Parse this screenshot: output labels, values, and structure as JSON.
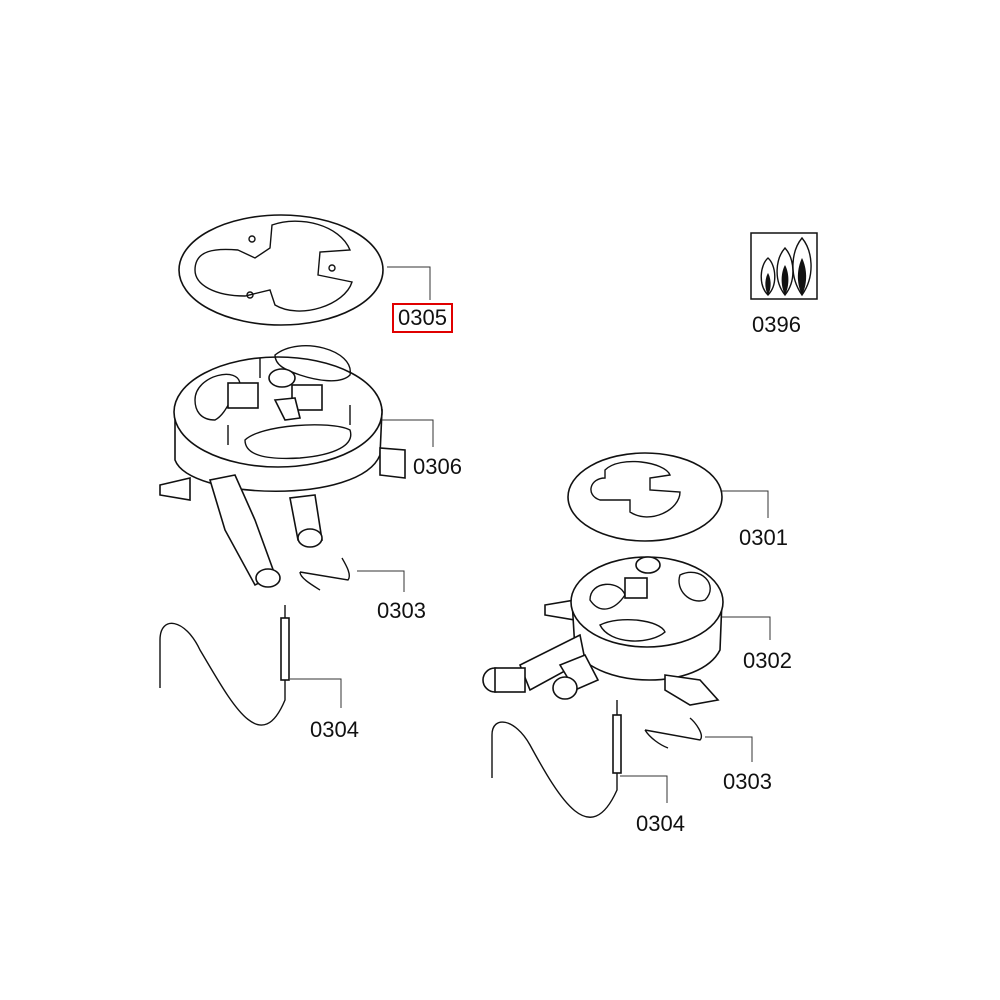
{
  "highlight_color": "#e00000",
  "parts": [
    {
      "id": "flame-cap-top-left",
      "label": "0305",
      "highlighted": true
    },
    {
      "id": "icon-flames",
      "label": "0396",
      "highlighted": false
    },
    {
      "id": "burner-body-left",
      "label": "0306",
      "highlighted": false
    },
    {
      "id": "flame-cap-right",
      "label": "0301",
      "highlighted": false
    },
    {
      "id": "clip-left",
      "label": "0303",
      "highlighted": false
    },
    {
      "id": "burner-body-right",
      "label": "0302",
      "highlighted": false
    },
    {
      "id": "thermocouple-left",
      "label": "0304",
      "highlighted": false
    },
    {
      "id": "clip-right",
      "label": "0303",
      "highlighted": false
    },
    {
      "id": "thermocouple-right",
      "label": "0304",
      "highlighted": false
    }
  ]
}
